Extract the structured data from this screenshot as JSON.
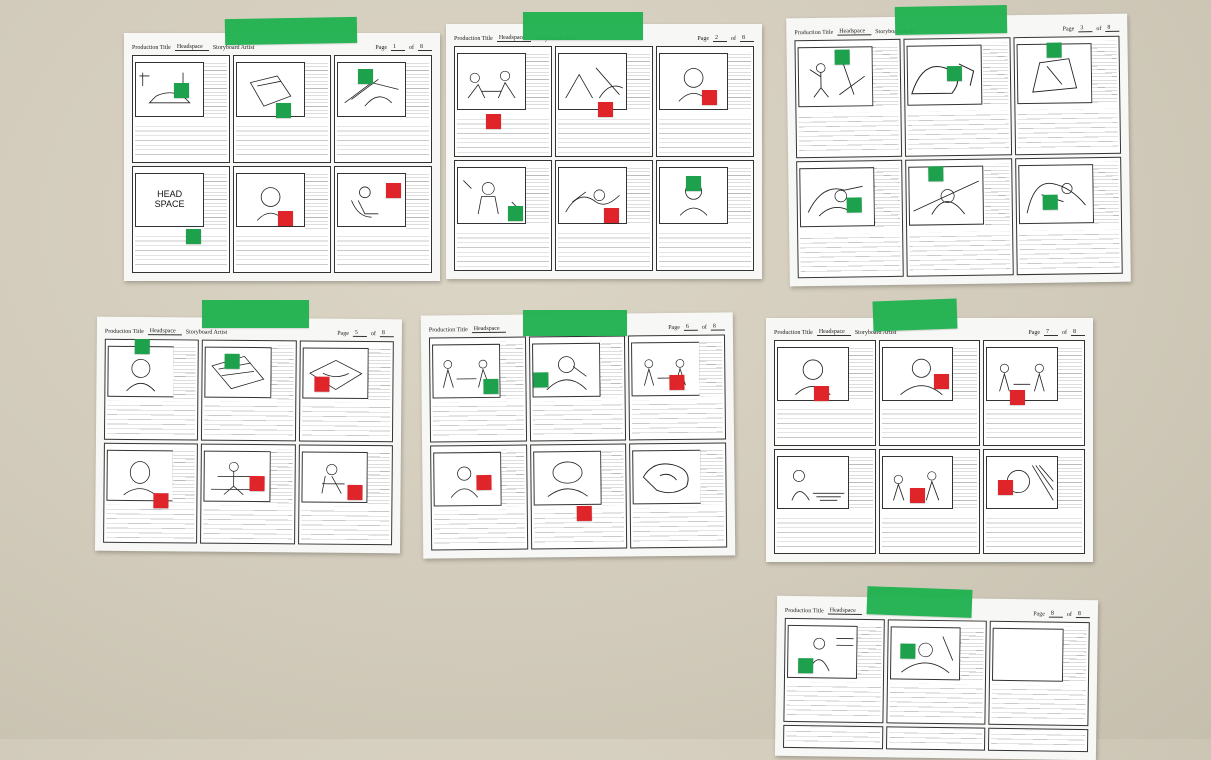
{
  "scene": "Storyboard pages taped to a wall with green tape; sticky notes mark panels",
  "header": {
    "production_label": "Production Title",
    "production_value": "Headspace",
    "artist_label": "Storyboard Artist",
    "page_label": "Page",
    "of_label": "of",
    "total_pages": "8"
  },
  "sheets": [
    {
      "page": "1"
    },
    {
      "page": "2"
    },
    {
      "page": "3"
    },
    {
      "page": "5"
    },
    {
      "page": "6"
    },
    {
      "page": "7"
    },
    {
      "page": "8"
    }
  ],
  "panel_text": {
    "headspace_line1": "HEAD",
    "headspace_line2": "SPACE"
  },
  "colors": {
    "tape": "#1fb24f",
    "green_note": "#1ea14c",
    "red_note": "#e0252a",
    "wall": "#d4cdbd",
    "paper": "#f7f7f5"
  }
}
